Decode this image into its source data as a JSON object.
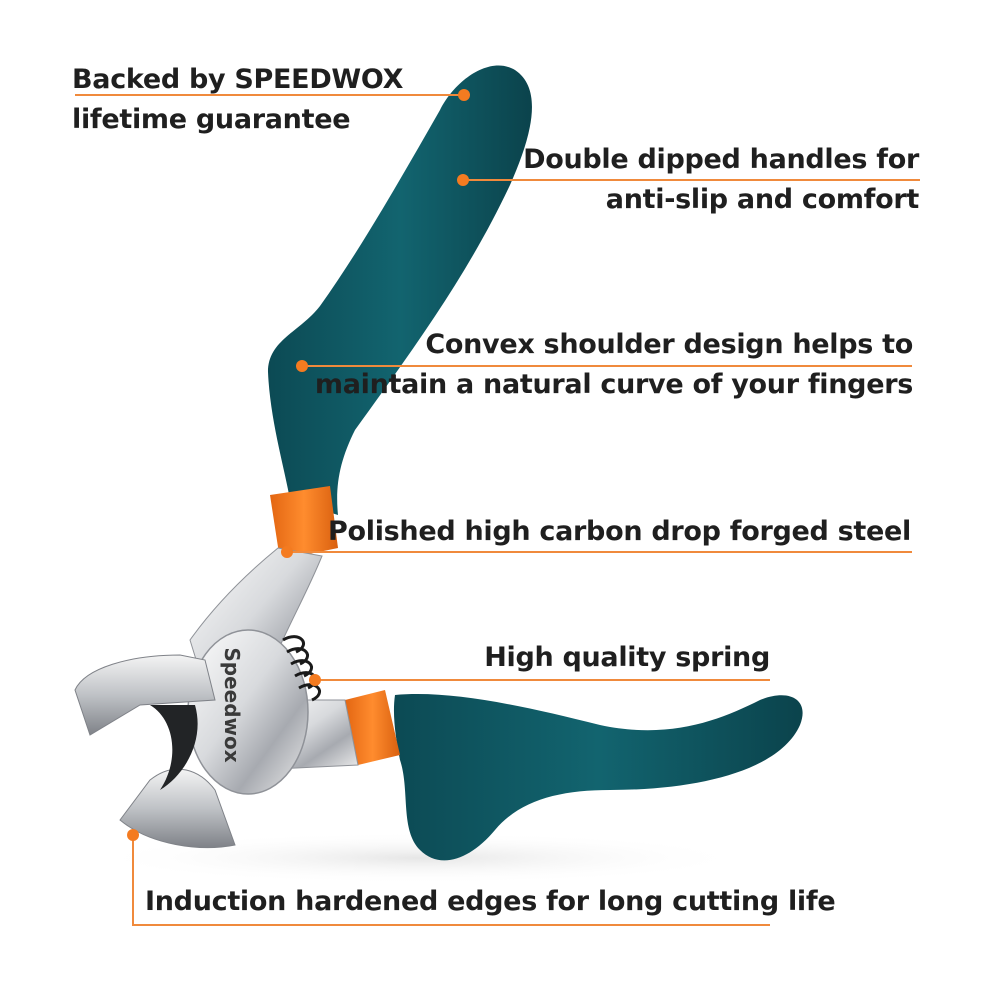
{
  "product": {
    "brand_stamp": "Speedwox"
  },
  "colors": {
    "handle": "#0f5a66",
    "handle_shadow": "#0a3f48",
    "accent": "#f47b20",
    "steel_light": "#f2f2f2",
    "steel_dark": "#8f9298",
    "text": "#1f1f1f"
  },
  "callouts": [
    {
      "id": "guarantee",
      "lines": [
        "Backed by SPEEDWOX",
        "lifetime guarantee"
      ]
    },
    {
      "id": "handles",
      "lines": [
        "Double dipped handles for",
        "anti-slip and comfort"
      ]
    },
    {
      "id": "shoulder",
      "lines": [
        "Convex shoulder design helps to",
        "maintain a natural curve of your fingers"
      ]
    },
    {
      "id": "steel",
      "lines": [
        "Polished high carbon drop forged steel"
      ]
    },
    {
      "id": "spring",
      "lines": [
        "High quality spring"
      ]
    },
    {
      "id": "edges",
      "lines": [
        "Induction hardened edges for long cutting life"
      ]
    }
  ]
}
